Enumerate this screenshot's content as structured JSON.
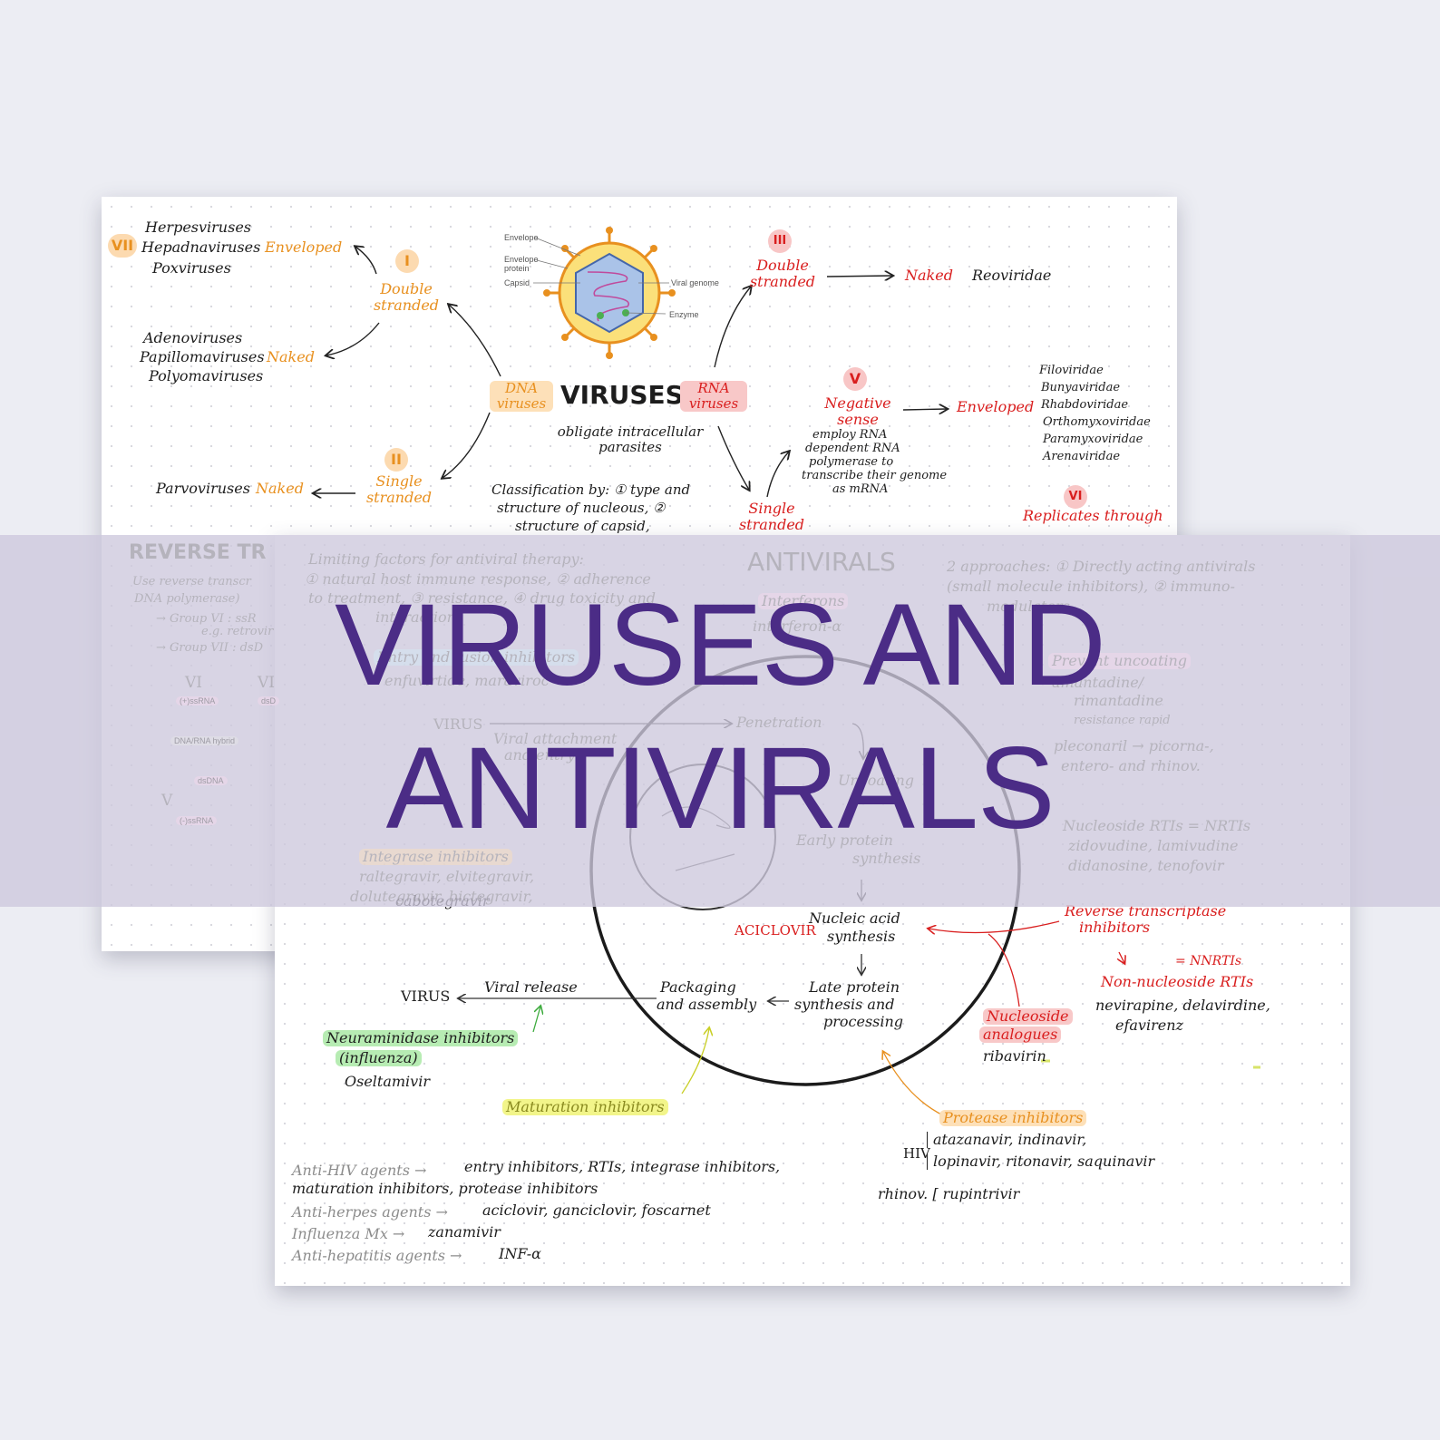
{
  "banner_title": {
    "line1": "VIRUSES AND",
    "line2": "ANTIVIRALS"
  },
  "colors": {
    "background": "#ecedf3",
    "banner": "#cdc8dc",
    "title": "#4b2c86",
    "red": "#d91e1e",
    "orange": "#e8901f"
  },
  "viruses_sheet": {
    "title": "VIRUSES",
    "dna_label": "DNA viruses",
    "rna_label": "RNA viruses",
    "subtitle": "obligate intracellular parasites",
    "classification": [
      "Classification by: ① type and",
      "structure of nucleous, ②",
      "structure of capsid,"
    ],
    "diagram_labels": {
      "envelope": "Envelope",
      "envelope_protein": "Envelope protein",
      "capsid": "Capsid",
      "viral_genome": "Viral genome",
      "enzyme": "Enzyme"
    },
    "group_I": {
      "numeral": "I",
      "label": "Double stranded"
    },
    "group_II": {
      "numeral": "II",
      "label": "Single stranded",
      "naked": "Naked",
      "families": "Parvoviruses"
    },
    "group_III": {
      "numeral": "III",
      "label": "Double stranded",
      "naked": "Naked",
      "families": "Reoviridae"
    },
    "group_V": {
      "numeral": "V",
      "label": "Negative sense",
      "enveloped": "Enveloped",
      "families": [
        "Filoviridae",
        "Bunyaviridae",
        "Rhabdoviridae",
        "Orthomyxoviridae",
        "Paramyxoviridae",
        "Arenaviridae"
      ],
      "note": [
        "employ RNA",
        "dependent RNA",
        "polymerase to",
        "transcribe their genome",
        "as mRNA"
      ]
    },
    "group_VI": {
      "numeral": "VI",
      "label": "Replicates through"
    },
    "group_VII": {
      "numeral": "VII",
      "enveloped": "Enveloped",
      "families": [
        "Herpesviruses",
        "Hepadnaviruses",
        "Poxviruses"
      ]
    },
    "naked_dna": {
      "naked": "Naked",
      "families": [
        "Adenoviruses",
        "Papillomaviruses",
        "Polyomaviruses"
      ]
    },
    "rna_single": "Single stranded",
    "reverse": {
      "title": "REVERSE TR",
      "desc": [
        "Use reverse transcr",
        "DNA polymerase)"
      ],
      "groups": [
        "→ Group VI : ssR",
        "e.g. retrovir",
        "→ Group VII : dsD"
      ],
      "cols": [
        "VI",
        "VI"
      ],
      "boxes": [
        "(+)ssRNA",
        "dsD",
        "DNA/RNA hybrid",
        "dsDNA",
        "(-)ssRNA"
      ],
      "v": "V"
    }
  },
  "antivirals_sheet": {
    "limiting": [
      "Limiting factors for antiviral therapy:",
      "① natural host immune response, ② adherence",
      "to treatment, ③ resistance, ④ drug toxicity and",
      "interactions"
    ],
    "title": "ANTIVIRALS",
    "approaches": [
      "2 approaches: ① Directly acting antivirals",
      "(small molecule inhibitors), ② immuno-",
      "modulators"
    ],
    "interferons": "Interferons",
    "interferon_sub": "interferon-α",
    "entry_inhibitors": "Entry and fusion inhibitors",
    "entry_drugs": "enfuvirtide, maraviroc",
    "virus_in": "VIRUS",
    "attachment": [
      "Viral attachment",
      "and entry"
    ],
    "penetration": "Penetration",
    "uncoating": "Uncoating",
    "prevent_uncoating": "Prevent uncoating",
    "uncoating_drugs": [
      "amantadine/",
      "rimantadine"
    ],
    "resistance": "resistance rapid",
    "pleconaril": [
      "pleconaril → picorna-,",
      "entero- and rhinov."
    ],
    "integrase": "Integrase inhibitors",
    "integrase_drugs": [
      "raltegravir, elvitegravir,",
      "dolutegravir, bictegravir,",
      "cabotegravir"
    ],
    "early_protein": [
      "Early protein",
      "synthesis"
    ],
    "nrti": "Nucleoside RTIs = NRTIs",
    "nrti_drugs": [
      "zidovudine, lamivudine",
      "didanosine, tenofovir"
    ],
    "rt_inhibitors": [
      "Reverse transcriptase",
      "inhibitors"
    ],
    "aciclovir": "ACICLOVIR",
    "nucleic": [
      "Nucleic acid",
      "synthesis"
    ],
    "nnrti": "= NNRTIs",
    "nnrti_label": "Non-nucleoside RTIs",
    "nnrti_drugs": [
      "nevirapine, delavirdine,",
      "efavirenz"
    ],
    "virus_out": "VIRUS",
    "viral_release": "Viral release",
    "packaging": [
      "Packaging",
      "and assembly"
    ],
    "late_protein": [
      "Late protein",
      "synthesis and",
      "processing"
    ],
    "nucleoside_analogues": [
      "Nucleoside",
      "analogues"
    ],
    "ribavirin": "ribavirin",
    "neuraminidase": [
      "Neuraminidase inhibitors",
      "(influenza)"
    ],
    "oseltamivir": "Oseltamivir",
    "maturation": "Maturation inhibitors",
    "protease": "Protease inhibitors",
    "hiv": "HIV",
    "hiv_drugs": [
      "atazanavir, indinavir,",
      "lopinavir, ritonavir, saquinavir"
    ],
    "rhinov": "rhinov. [ rupintrivir",
    "summary": [
      {
        "label": "Anti-HIV agents →",
        "value": "entry inhibitors, RTIs, integrase inhibitors,"
      },
      {
        "label": "",
        "value": "maturation inhibitors, protease inhibitors"
      },
      {
        "label": "Anti-herpes agents →",
        "value": "aciclovir, ganciclovir, foscarnet"
      },
      {
        "label": "Influenza Mx →",
        "value": "zanamivir"
      },
      {
        "label": "Anti-hepatitis agents →",
        "value": "INF-α"
      }
    ]
  }
}
